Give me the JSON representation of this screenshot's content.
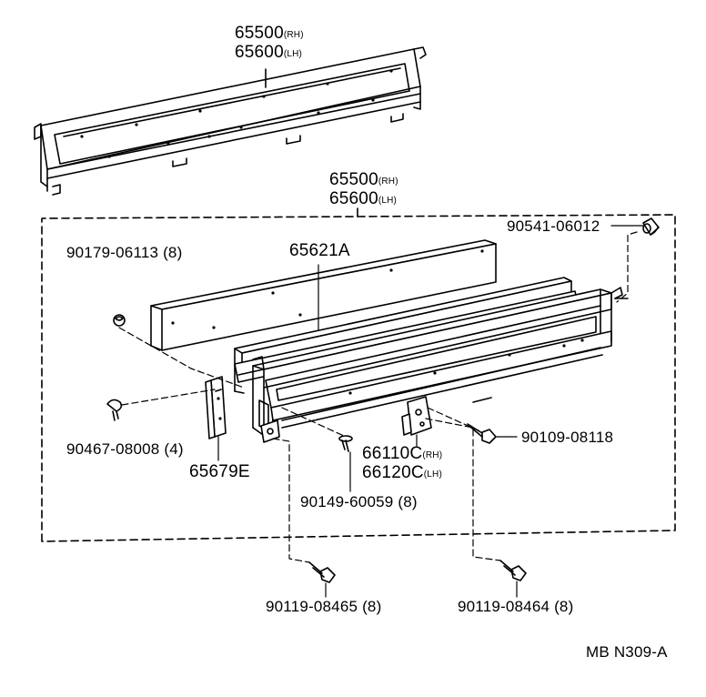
{
  "colors": {
    "ink": "#000000",
    "paper": "#ffffff"
  },
  "top_part": {
    "line1": "65500",
    "line1_suffix": "(RH)",
    "line2": "65600",
    "line2_suffix": "(LH)"
  },
  "assembly": {
    "line1": "65500",
    "line1_suffix": "(RH)",
    "line2": "65600",
    "line2_suffix": "(LH)"
  },
  "parts": {
    "p90541": "90541-06012",
    "p90179": "90179-06113 (8)",
    "p65621a": "65621A",
    "p90467": "90467-08008 (4)",
    "p65679e": "65679E",
    "p66110c": "66110C",
    "p66110c_suffix": "(RH)",
    "p66120c": "66120C",
    "p66120c_suffix": "(LH)",
    "p90109": "90109-08118",
    "p90149": "90149-60059 (8)",
    "p90119a": "90119-08465 (8)",
    "p90119b": "90119-08464 (8)"
  },
  "diagram_code": "MB N309-A"
}
